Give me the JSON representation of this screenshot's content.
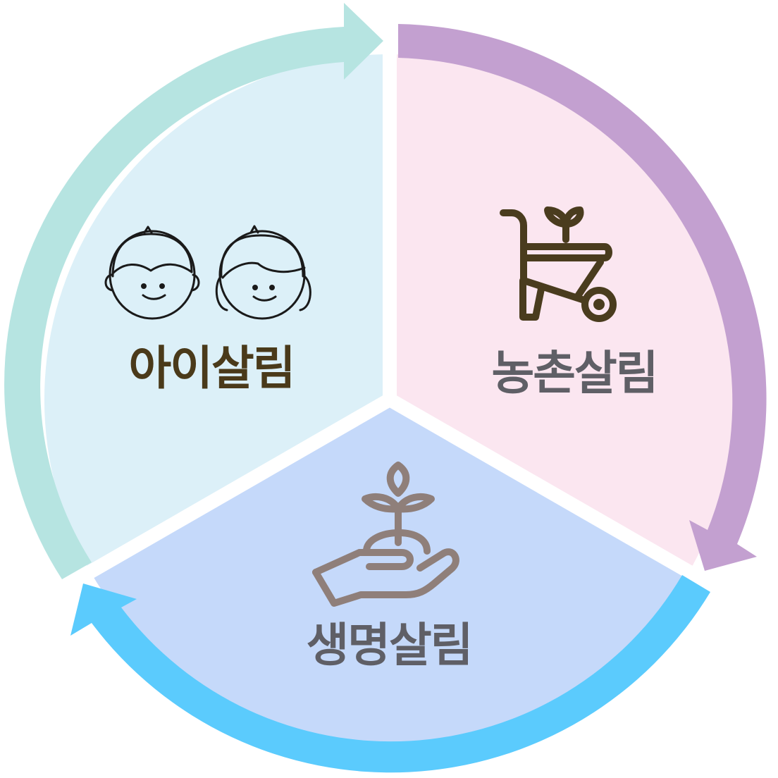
{
  "diagram": {
    "segments": [
      {
        "id": "child",
        "label": "아이살림",
        "fill": "#dcf0f8",
        "arrow": "#b6e4e1",
        "text": "#4a3a1a",
        "icon": "two-children-faces-icon"
      },
      {
        "id": "village",
        "label": "농촌살림",
        "fill": "#fbe6f0",
        "arrow": "#c3a0d0",
        "text": "#5f5f66",
        "icon": "wheelbarrow-sprout-icon"
      },
      {
        "id": "life",
        "label": "생명살림",
        "fill": "#c5d9fa",
        "arrow": "#5bcbfd",
        "text": "#5f5f66",
        "icon": "hand-holding-sprout-icon"
      }
    ],
    "cycle_direction": "clockwise"
  }
}
